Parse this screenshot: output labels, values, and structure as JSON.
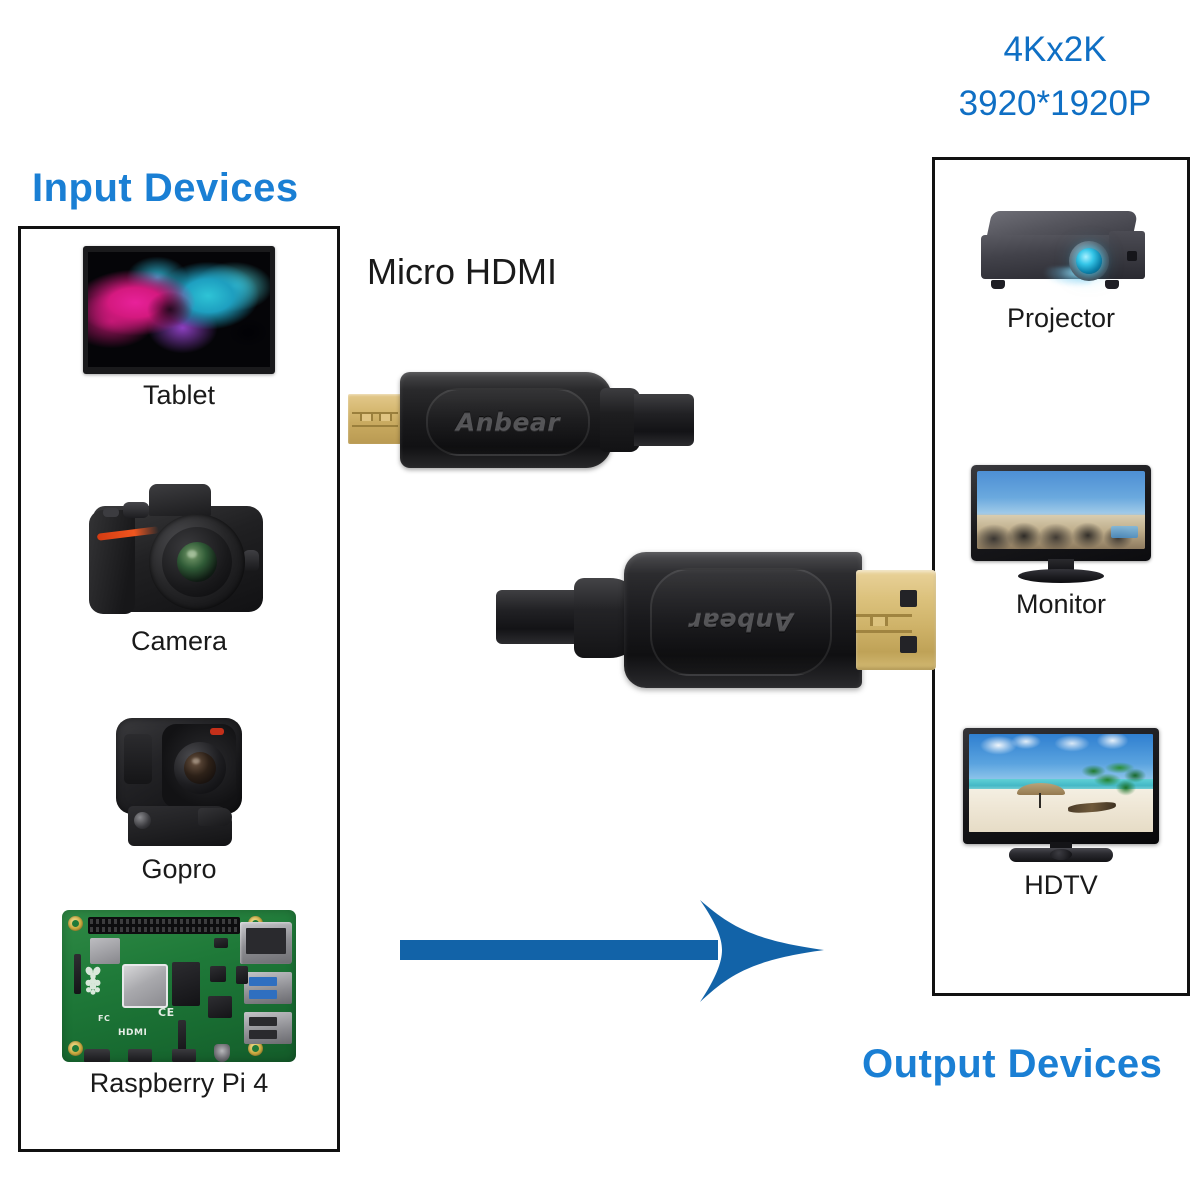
{
  "resolution": {
    "line1": "4Kx2K",
    "line2": "3920*1920P",
    "color": "#0f6fc4"
  },
  "headings": {
    "input": "Input Devices",
    "output": "Output Devices",
    "color": "#1a7fd4"
  },
  "cable": {
    "type_label": "Micro HDMI",
    "brand": "Anbear",
    "connectors": [
      {
        "name": "micro-hdmi-connector",
        "brand": "Anbear",
        "orientation": "normal"
      },
      {
        "name": "standard-hdmi-connector",
        "brand": "Anbear",
        "orientation": "rotated-180"
      }
    ]
  },
  "arrow": {
    "direction": "right",
    "color": "#1263a8"
  },
  "input_devices": [
    {
      "id": "tablet",
      "label": "Tablet",
      "icon": "tablet-icon"
    },
    {
      "id": "camera",
      "label": "Camera",
      "icon": "dslr-camera-icon"
    },
    {
      "id": "gopro",
      "label": "Gopro",
      "icon": "action-camera-icon"
    },
    {
      "id": "rpi",
      "label": "Raspberry Pi 4",
      "icon": "raspberry-pi-board-icon"
    }
  ],
  "output_devices": [
    {
      "id": "projector",
      "label": "Projector",
      "icon": "projector-icon"
    },
    {
      "id": "monitor",
      "label": "Monitor",
      "icon": "monitor-icon"
    },
    {
      "id": "hdtv",
      "label": "HDTV",
      "icon": "television-icon"
    }
  ],
  "rpi_markings": {
    "hdmi": "HDMI",
    "fc": "FC",
    "ce": "CE"
  }
}
